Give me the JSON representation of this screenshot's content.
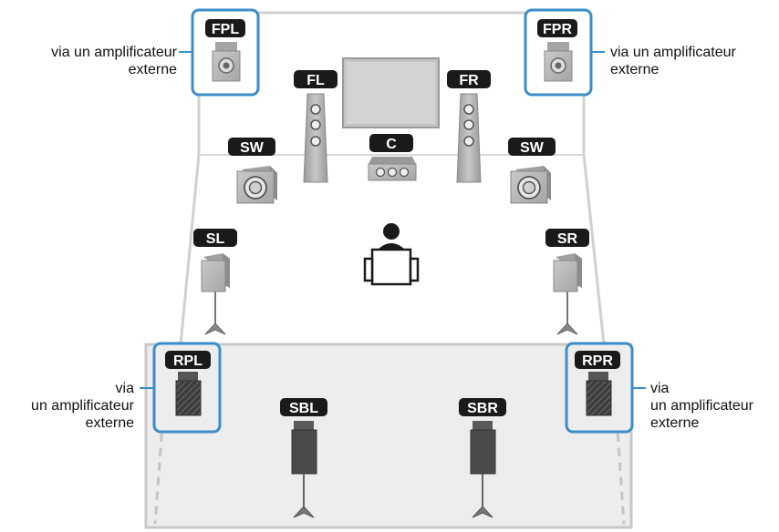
{
  "speakers": {
    "fpl": "FPL",
    "fpr": "FPR",
    "fl": "FL",
    "fr": "FR",
    "c": "C",
    "sw_left": "SW",
    "sw_right": "SW",
    "sl": "SL",
    "sr": "SR",
    "rpl": "RPL",
    "rpr": "RPR",
    "sbl": "SBL",
    "sbr": "SBR"
  },
  "annotations": {
    "fpl": [
      "via un amplificateur",
      "externe"
    ],
    "fpr": [
      "via un amplificateur",
      "externe"
    ],
    "rpl": [
      "via",
      "un amplificateur",
      "externe"
    ],
    "rpr": [
      "via",
      "un amplificateur",
      "externe"
    ]
  },
  "colors": {
    "highlight": "#3a8dc8",
    "label_bg": "#1a1a1a",
    "label_text": "#ffffff",
    "room_line": "#d0d0d0",
    "rear_zone": "#ededed",
    "speaker_gray": "#b8b8b8",
    "speaker_dark": "#4a4a4a"
  }
}
